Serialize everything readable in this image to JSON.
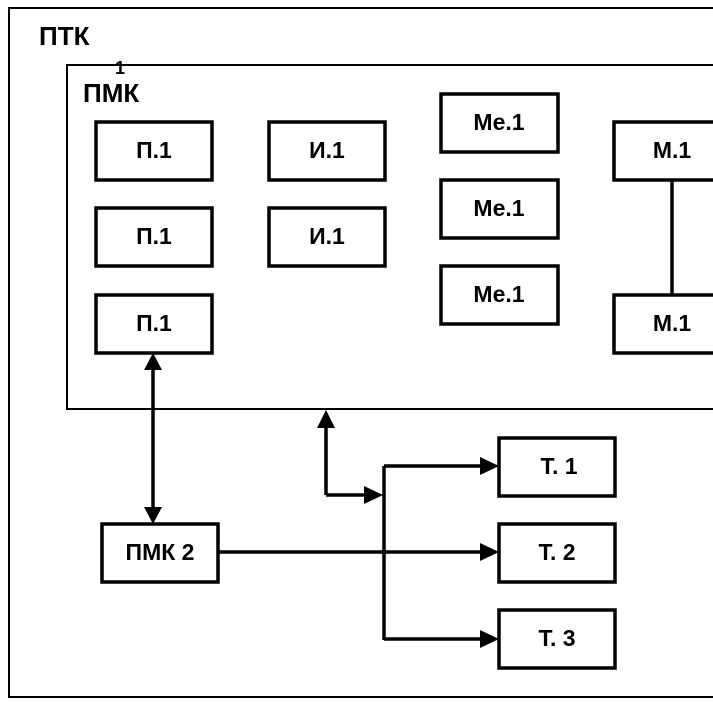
{
  "outer": {
    "label": "ПТК"
  },
  "inner": {
    "label": "ПМК",
    "superscript": "1"
  },
  "col1": [
    "П.1",
    "П.1",
    "П.1"
  ],
  "col2": [
    "И.1",
    "И.1"
  ],
  "col3": [
    "Ме.1",
    "Ме.1",
    "Ме.1"
  ],
  "col4": [
    "М.1",
    "М.1"
  ],
  "pmk2": {
    "label": "ПМК 2"
  },
  "targets": [
    "Т. 1",
    "Т. 2",
    "Т. 3"
  ]
}
